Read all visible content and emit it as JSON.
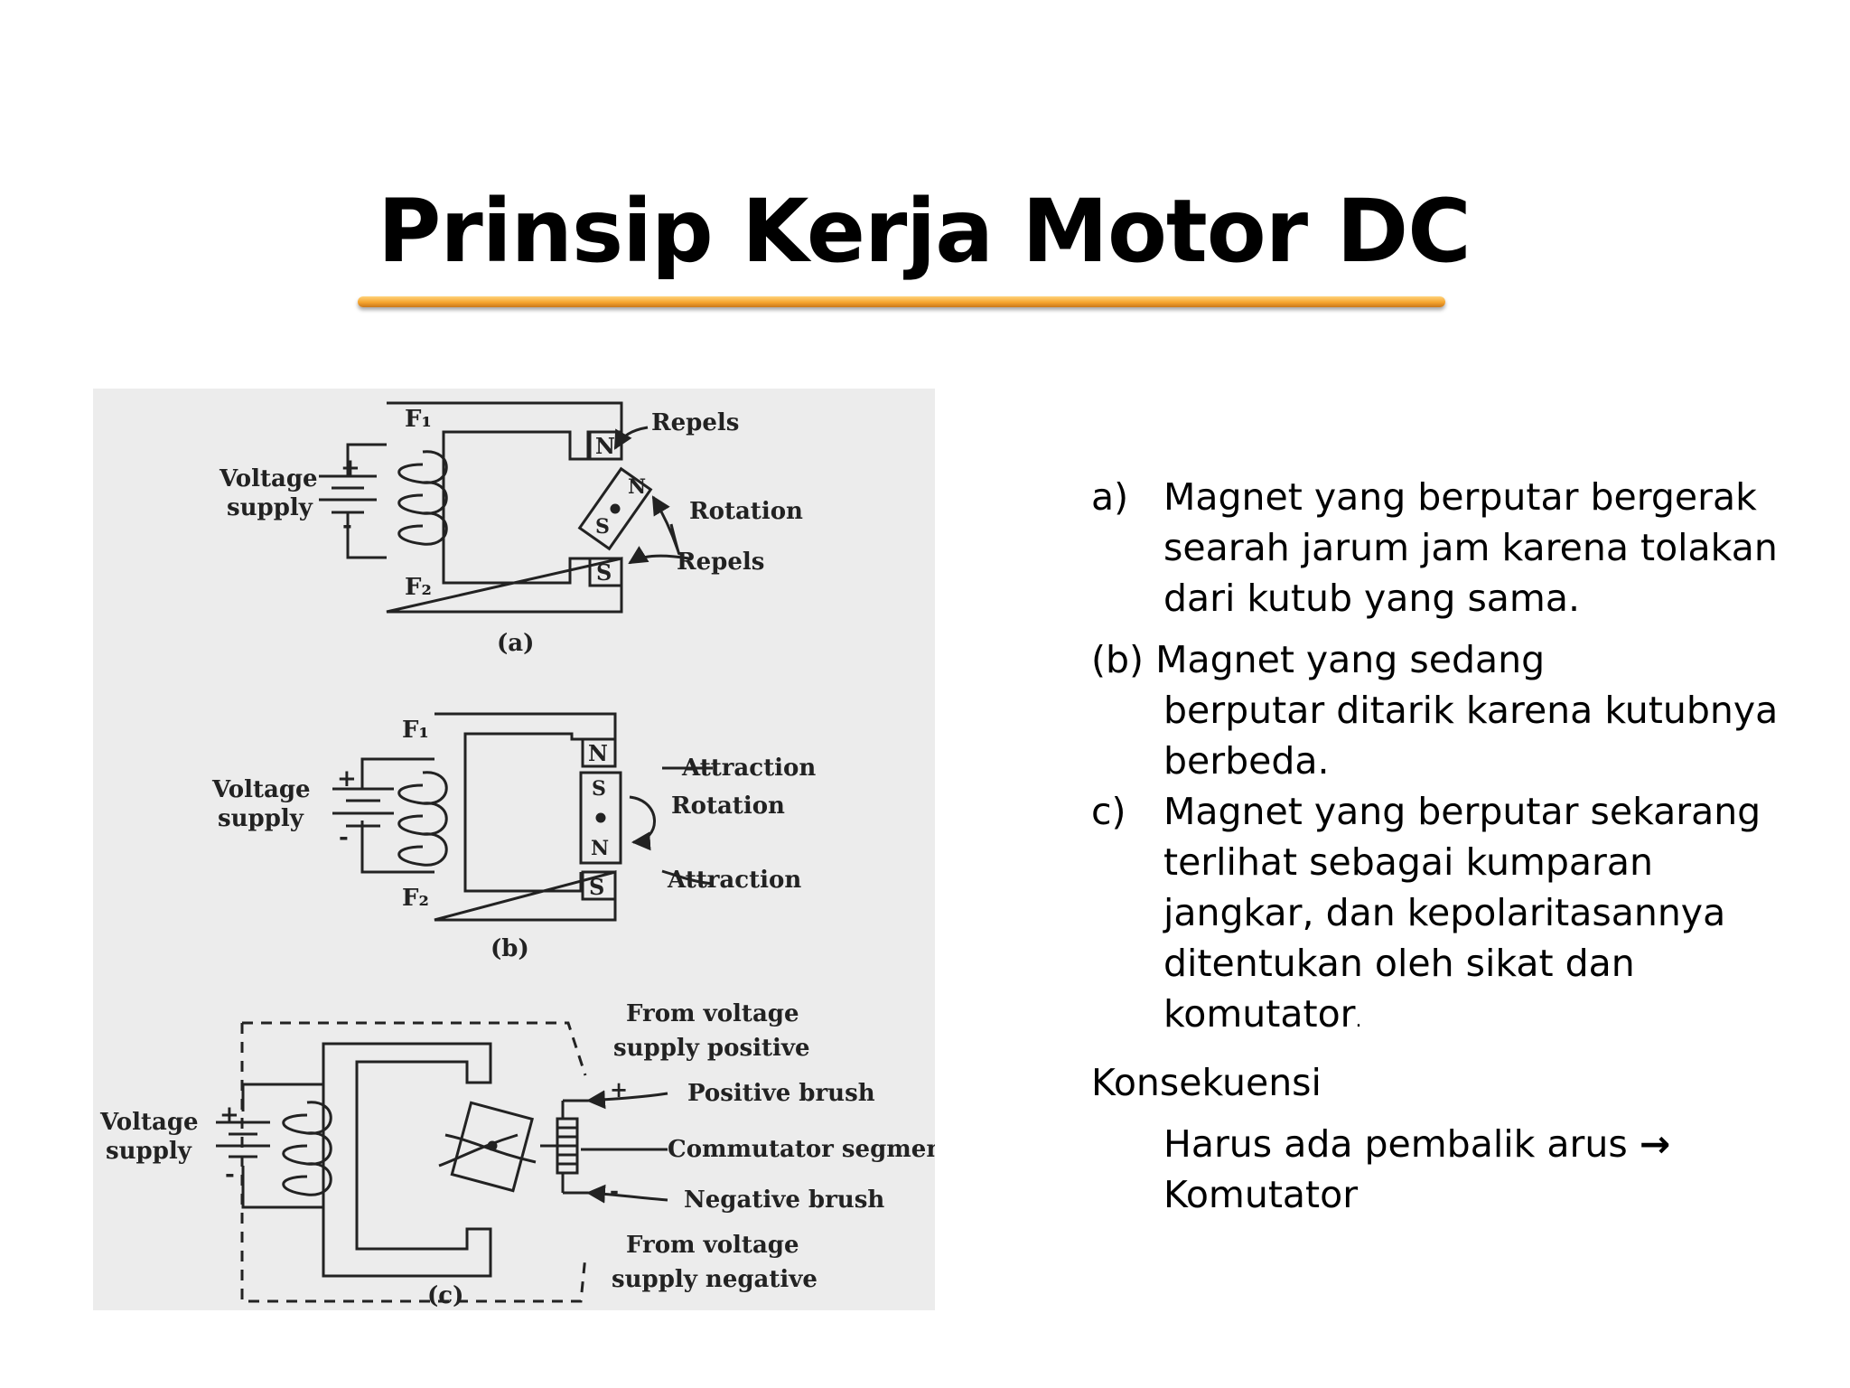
{
  "slide": {
    "title": "Prinsip Kerja Motor DC"
  },
  "figure": {
    "a": {
      "f1": "F₁",
      "f2": "F₂",
      "supply_l1": "Voltage",
      "supply_l2": "supply",
      "plus": "+",
      "minus": "-",
      "pole_n": "N",
      "pole_s": "S",
      "rotor_n": "N",
      "rotor_s": "S",
      "repels_top": "Repels",
      "rotation": "Rotation",
      "repels_bottom": "Repels",
      "caption": "(a)"
    },
    "b": {
      "f1": "F₁",
      "f2": "F₂",
      "supply_l1": "Voltage",
      "supply_l2": "supply",
      "plus": "+",
      "minus": "-",
      "pole_n": "N",
      "pole_s": "S",
      "rotor_s": "S",
      "rotor_n": "N",
      "attraction_top": "Attraction",
      "rotation": "Rotation",
      "attraction_bottom": "Attraction",
      "caption": "(b)"
    },
    "c": {
      "supply_l1": "Voltage",
      "supply_l2": "supply",
      "plus": "+",
      "minus": "-",
      "from_pos_l1": "From voltage",
      "from_pos_l2": "supply positive",
      "positive_brush": "Positive brush",
      "commutator": "Commutator segments",
      "negative_brush": "Negative brush",
      "from_neg_l1": "From voltage",
      "from_neg_l2": "supply negative",
      "brush_plus": "+",
      "brush_minus": "-",
      "caption": "(c)"
    }
  },
  "text": {
    "a_marker": "a)",
    "a_text": "Magnet yang berputar bergerak searah jarum jam karena tolakan dari kutub yang sama.",
    "b_marker": "(b)",
    "b_line1": "Magnet yang sedang",
    "b_rest": "berputar ditarik karena kutubnya berbeda.",
    "c_marker": "c)",
    "c_text": "Magnet yang berputar sekarang terlihat sebagai kumparan jangkar, dan kepolaritasannya ditentukan oleh sikat dan komutator",
    "c_end": ".",
    "konsekuensi": "Konsekuensi",
    "harus": "Harus ada pembalik arus",
    "arrow": "→",
    "komutator": "Komutator"
  }
}
